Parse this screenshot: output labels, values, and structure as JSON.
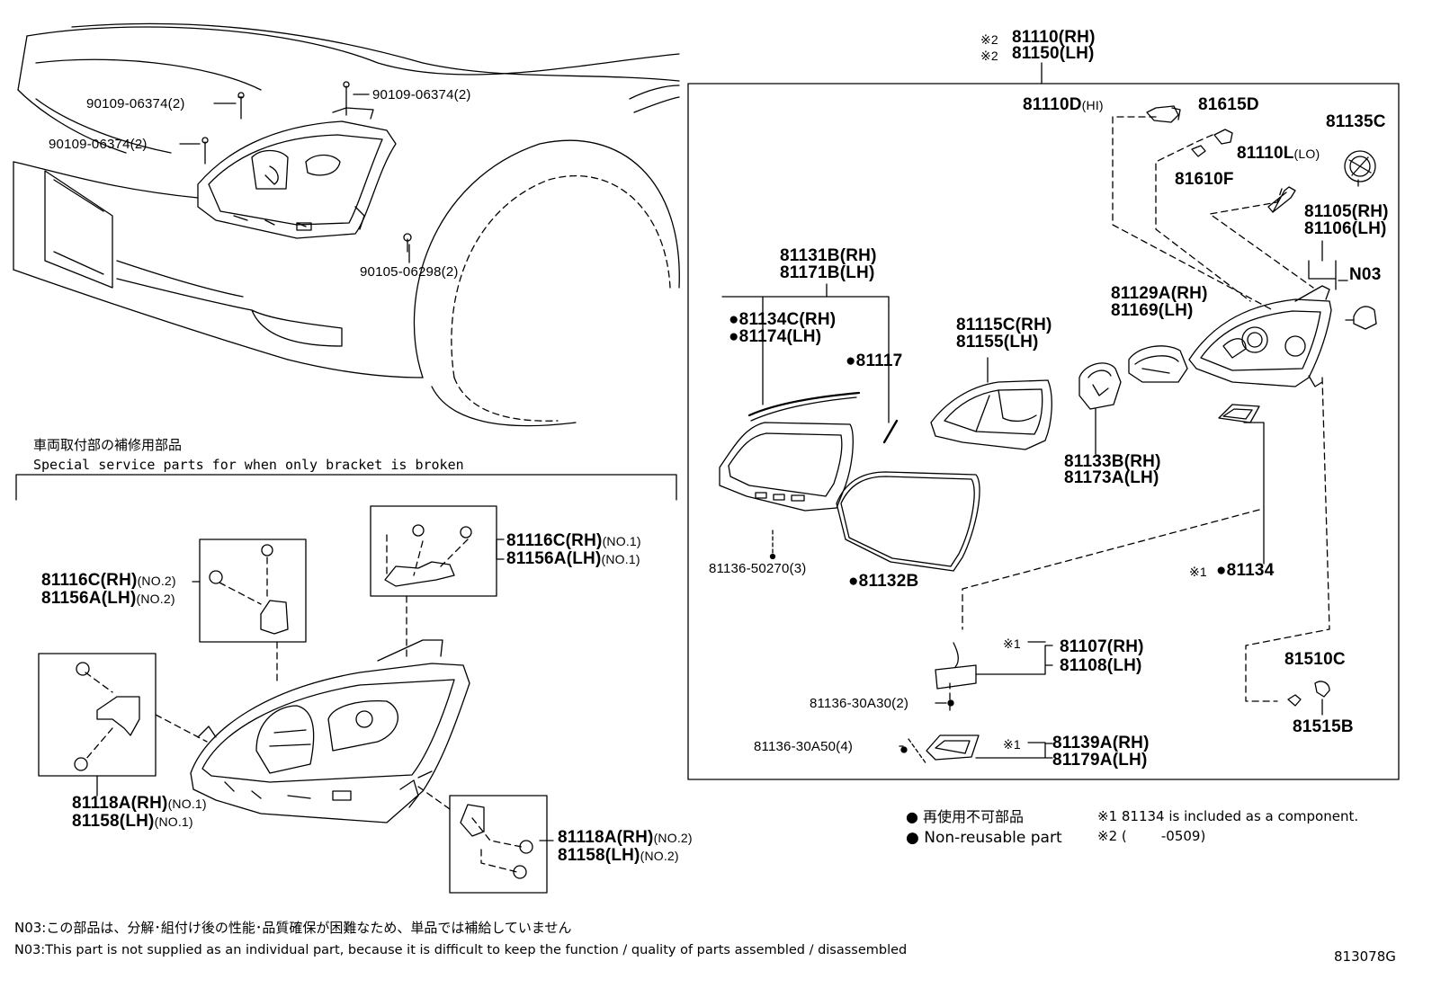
{
  "diagram_id": "813078G",
  "labels": {
    "p90109_a": "90109-06374(2)",
    "p90109_b": "90109-06374(2)",
    "p90109_c": "90109-06374(2)",
    "p90105": "90105-06298(2)",
    "s2_a": "※2",
    "p81110_top": "81110(RH)",
    "s2_b": "※2",
    "p81150_top": "81150(LH)",
    "p81110D": "81110D",
    "p81110D_suf": "(HI)",
    "p81615D": "81615D",
    "p81135C": "81135C",
    "p81110L": "81110L",
    "p81110L_suf": "(LO)",
    "p81610F": "81610F",
    "p81105": "81105(RH)",
    "p81106": "81106(LH)",
    "pN03": "N03",
    "p81131B": "81131B(RH)",
    "p81171B": "81171B(LH)",
    "p81134C": "●81134C(RH)",
    "p81174": "●81174(LH)",
    "p81117": "●81117",
    "p81115C": "81115C(RH)",
    "p81155": "81155(LH)",
    "p81129A": "81129A(RH)",
    "p81169": "81169(LH)",
    "p81133B": "81133B(RH)",
    "p81173A": "81173A(LH)",
    "p81136_50270": "81136-50270(3)",
    "p81132B": "●81132B",
    "s1_81134": "※1",
    "p81134": "●81134",
    "s1_81107": "※1",
    "p81107": "81107(RH)",
    "p81108": "81108(LH)",
    "p81136_30A30": "81136-30A30(2)",
    "p81136_30A50": "81136-30A50(4)",
    "s1_81139": "※1",
    "p81139A": "81139A(RH)",
    "p81179A": "81179A(LH)",
    "p81510C": "81510C",
    "p81515B": "81515B",
    "p81116C_a": "81116C(RH)",
    "p81116C_a_suf": "(NO.1)",
    "p81156A_a": "81156A(LH)",
    "p81156A_a_suf": "(NO.1)",
    "p81116C_b": "81116C(RH)",
    "p81116C_b_suf": "(NO.2)",
    "p81156A_b": "81156A(LH)",
    "p81156A_b_suf": "(NO.2)",
    "p81118A_a": "81118A(RH)",
    "p81118A_a_suf": "(NO.1)",
    "p81158_a": "81158(LH)",
    "p81158_a_suf": "(NO.1)",
    "p81118A_b": "81118A(RH)",
    "p81118A_b_suf": "(NO.2)",
    "p81158_b": "81158(LH)",
    "p81158_b_suf": "(NO.2)"
  },
  "service": {
    "title_jp": "車両取付部の補修用部品",
    "title_en": "Special service parts for when only bracket is broken"
  },
  "legend": {
    "nonreuse_jp": "● 再使用不可部品",
    "nonreuse_en": "● Non-reusable part",
    "note1": "※1 81134 is included as a component.",
    "note2": "※2 (        -0509)"
  },
  "footnotes": {
    "n03_jp": "N03:この部品は、分解･組付け後の性能･品質確保が困難なため、単品では補給していません",
    "n03_en": "N03:This part is not supplied as an individual part, because it is difficult to keep the function / quality of parts assembled / disassembled"
  }
}
